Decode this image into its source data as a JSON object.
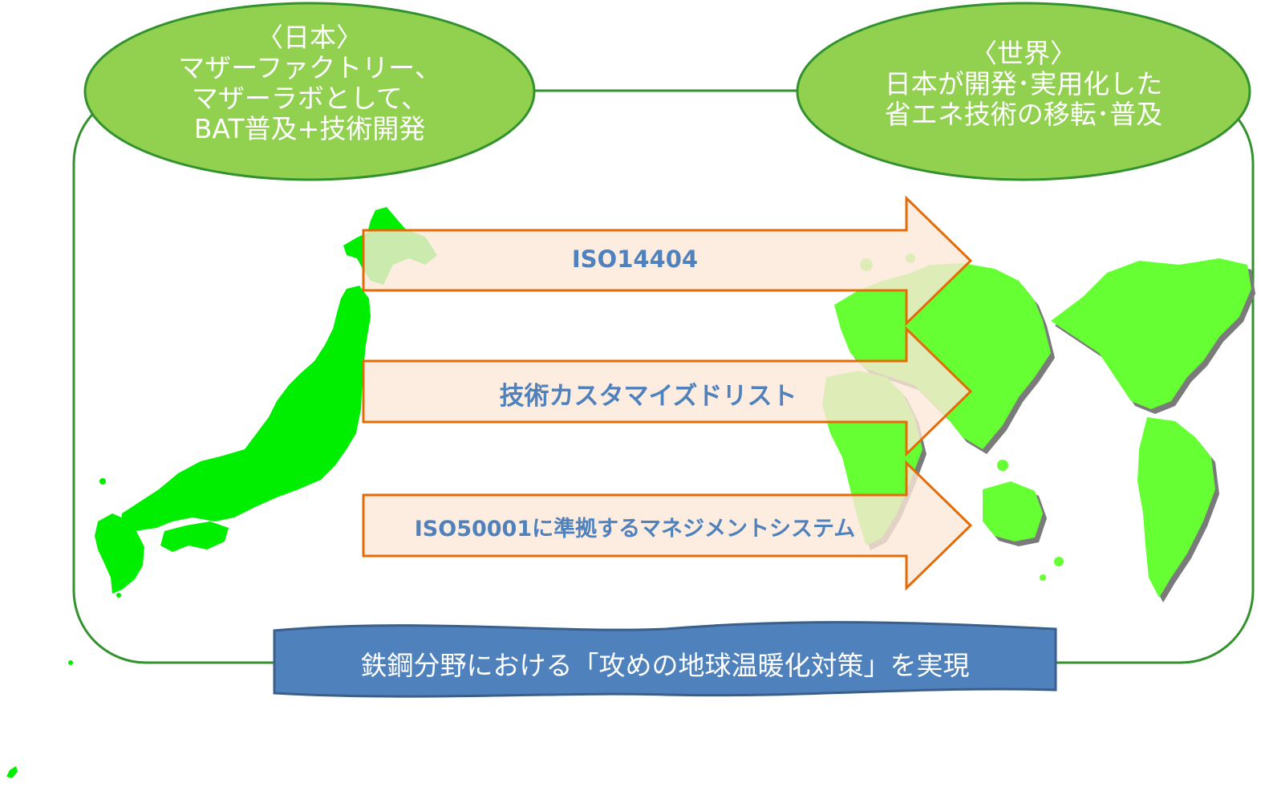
{
  "japan_oval": {
    "bracket": "〈日本〉",
    "line1": "マザーファクトリー、",
    "line2": "マザーラボとして、",
    "line3": "BAT普及+技術開発"
  },
  "world_oval": {
    "bracket": "〈世界〉",
    "line1": "日本が開発･実用化した",
    "line2": "省エネ技術の移転･普及"
  },
  "arrows": [
    {
      "label": "ISO14404"
    },
    {
      "label": "技術カスタマイズドリスト"
    },
    {
      "label": "ISO50001に準拠するマネジメントシステム"
    }
  ],
  "banner": {
    "label": "鉄鋼分野における「攻めの地球温暖化対策」を実現"
  },
  "colors": {
    "oval_fill": "#92d050",
    "frame_stroke": "#33922e",
    "japan_fill": "#00ee00",
    "world_fill": "#66ff33",
    "world_shadow": "#7a7a7a",
    "arrow_fill": "#fde9d9",
    "arrow_stroke": "#e36c09",
    "arrow_text": "#4f81bd",
    "banner_fill": "#4f81bd",
    "banner_stroke": "#3a5f8a"
  }
}
